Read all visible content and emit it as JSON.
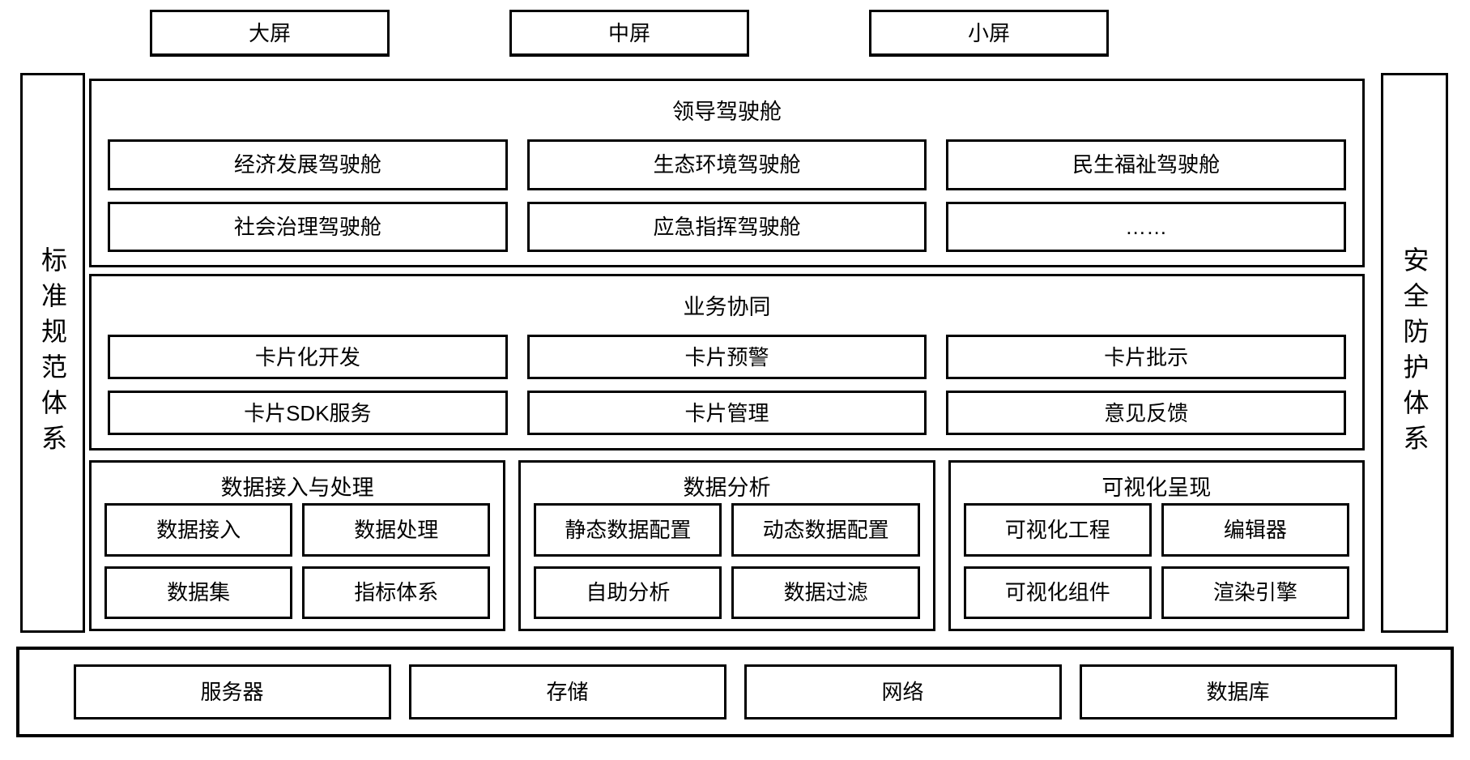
{
  "screens": [
    {
      "label": "大屏"
    },
    {
      "label": "中屏"
    },
    {
      "label": "小屏"
    }
  ],
  "side_left": {
    "label": "标准规范体系"
  },
  "side_right": {
    "label": "安全防护体系"
  },
  "sections": [
    {
      "title": "领导驾驶舱",
      "rows": [
        [
          "经济发展驾驶舱",
          "生态环境驾驶舱",
          "民生福祉驾驶舱"
        ],
        [
          "社会治理驾驶舱",
          "应急指挥驾驶舱",
          "……"
        ]
      ]
    },
    {
      "title": "业务协同",
      "rows": [
        [
          "卡片化开发",
          "卡片预警",
          "卡片批示"
        ],
        [
          "卡片SDK服务",
          "卡片管理",
          "意见反馈"
        ]
      ]
    }
  ],
  "groups": [
    {
      "title": "数据接入与处理",
      "items": [
        "数据接入",
        "数据处理",
        "数据集",
        "指标体系"
      ]
    },
    {
      "title": "数据分析",
      "items": [
        "静态数据配置",
        "动态数据配置",
        "自助分析",
        "数据过滤"
      ]
    },
    {
      "title": "可视化呈现",
      "items": [
        "可视化工程",
        "编辑器",
        "可视化组件",
        "渲染引擎"
      ]
    }
  ],
  "infrastructure": {
    "items": [
      "服务器",
      "存储",
      "网络",
      "数据库"
    ]
  },
  "colors": {
    "border": "#000000",
    "background": "#ffffff",
    "text": "#000000"
  }
}
